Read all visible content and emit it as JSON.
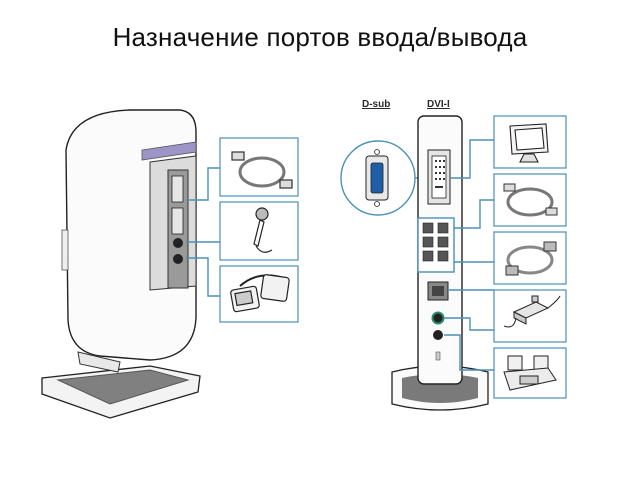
{
  "slide": {
    "title": "Назначение портов ввода/вывода"
  },
  "labels": {
    "dsub": "D-sub",
    "dvi": "DVI-I"
  },
  "colors": {
    "connector_line": "#4a90b8",
    "device_outline": "#222222",
    "stand": "#777777"
  },
  "icons": {
    "side_view": [
      "usb-cable-icon",
      "microphone-icon",
      "headphones-icon"
    ],
    "back_view": [
      "monitor-icon",
      "usb-cable-icon",
      "network-cable-icon",
      "power-adapter-icon",
      "speakers-icon"
    ]
  }
}
